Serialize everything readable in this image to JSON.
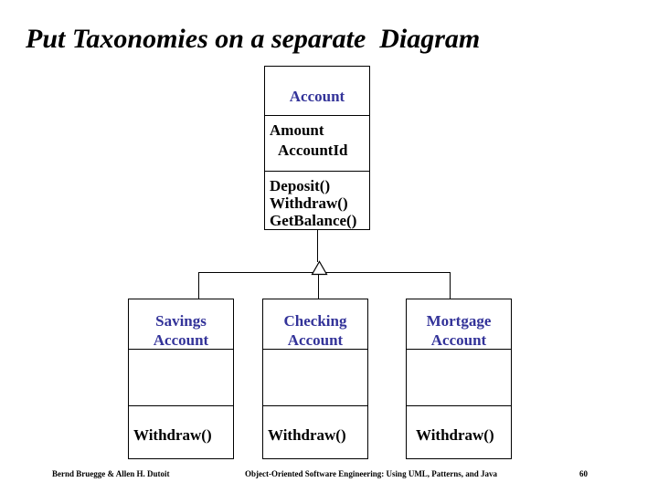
{
  "slide": {
    "title": "Put Taxonomies on a separate  Diagram",
    "footer": {
      "left": "Bernd Bruegge & Allen H. Dutoit",
      "center": "Object-Oriented Software Engineering: Using UML, Patterns, and Java",
      "page_number": "60"
    }
  },
  "colors": {
    "class_name_text": "#333399",
    "member_text": "#000000",
    "line": "#000000",
    "background": "#ffffff"
  },
  "diagram": {
    "type": "uml-class-diagram",
    "relationship": "inheritance",
    "superclass": {
      "name": "Account",
      "attributes": {
        "0": "Amount",
        "1": "AccountId"
      },
      "operations": {
        "0": "Deposit()",
        "1": "Withdraw()",
        "2": "GetBalance()"
      }
    },
    "subclasses": {
      "0": {
        "name": "Savings Account",
        "operations": {
          "0": "Withdraw()"
        }
      },
      "1": {
        "name": "Checking Account",
        "operations": {
          "0": "Withdraw()"
        }
      },
      "2": {
        "name": "Mortgage Account",
        "operations": {
          "0": "Withdraw()"
        }
      }
    }
  }
}
